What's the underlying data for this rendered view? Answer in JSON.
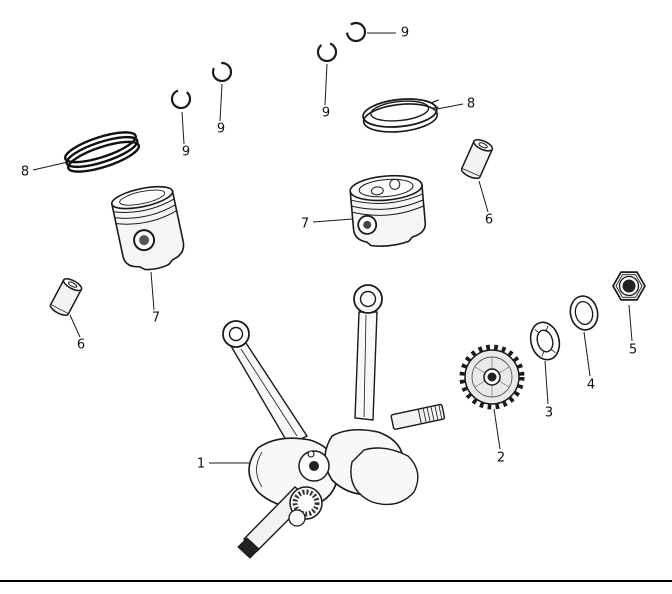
{
  "diagram": {
    "kind": "engine crankshaft and piston exploded parts diagram",
    "background": "#ffffff",
    "line_color": "#1a1a1a"
  },
  "callouts": [
    {
      "label": "9",
      "part": "piston-pin-circlip"
    },
    {
      "label": "9",
      "part": "piston-pin-circlip"
    },
    {
      "label": "9",
      "part": "piston-pin-circlip"
    },
    {
      "label": "9",
      "part": "piston-pin-circlip"
    },
    {
      "label": "8",
      "part": "piston-ring-set"
    },
    {
      "label": "8",
      "part": "piston-ring-set"
    },
    {
      "label": "7",
      "part": "piston"
    },
    {
      "label": "7",
      "part": "piston"
    },
    {
      "label": "6",
      "part": "piston-pin"
    },
    {
      "label": "6",
      "part": "piston-pin"
    },
    {
      "label": "1",
      "part": "crankshaft-assembly"
    },
    {
      "label": "2",
      "part": "timing-gear"
    },
    {
      "label": "3",
      "part": "dished-washer"
    },
    {
      "label": "4",
      "part": "plain-washer"
    },
    {
      "label": "5",
      "part": "hex-nut"
    }
  ]
}
